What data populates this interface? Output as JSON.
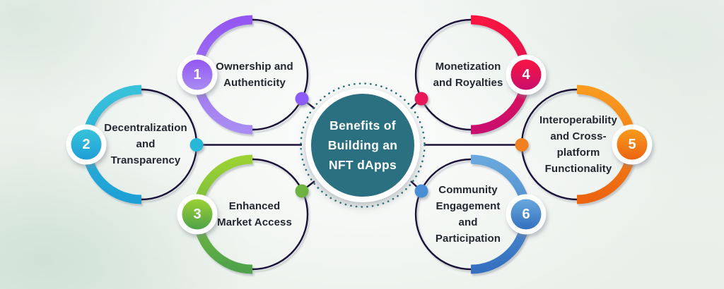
{
  "title": "Benefits of Building an NFT dApps infographic",
  "colors": {
    "line": "#1b1139",
    "label_text": "#23272f",
    "badge_text": "#ffffff",
    "center_text": "#ffffff"
  },
  "center": {
    "lines": [
      "Benefits of",
      "Building an",
      "NFT dApps"
    ],
    "label": "Benefits of Building an NFT dApps",
    "bg_color": "#2b7080",
    "dot_border_color": "#1e6c7c"
  },
  "nodes": [
    {
      "number": "1",
      "position": "top-left",
      "label": "Ownership and Authenticity",
      "lines": [
        "Ownership and",
        "Authenticity"
      ],
      "color_start": "#9457f2",
      "color_end": "#a98df2",
      "dot_color": "#8b5cf6"
    },
    {
      "number": "2",
      "position": "left",
      "label": "Decentralization and Transparency",
      "lines": [
        "Decentralization",
        "and",
        "Transparency"
      ],
      "color_start": "#38c2da",
      "color_end": "#1e9fd6",
      "dot_color": "#29b7d8"
    },
    {
      "number": "3",
      "position": "bottom-left",
      "label": "Enhanced Market Access",
      "lines": [
        "Enhanced",
        "Market Access"
      ],
      "color_start": "#9bd133",
      "color_end": "#4fa24a",
      "dot_color": "#6db33f"
    },
    {
      "number": "4",
      "position": "top-right",
      "label": "Monetization and Royalties",
      "lines": [
        "Monetization",
        "and Royalties"
      ],
      "color_start": "#f81540",
      "color_end": "#c90e6e",
      "dot_color": "#e8175c"
    },
    {
      "number": "5",
      "position": "right",
      "label": "Interoperability and Cross-platform Functionality",
      "lines": [
        "Interoperability",
        "and Cross-",
        "platform",
        "Functionality"
      ],
      "color_start": "#f89b1f",
      "color_end": "#ec6410",
      "dot_color": "#f08122"
    },
    {
      "number": "6",
      "position": "bottom-right",
      "label": "Community Engagement and Participation",
      "lines": [
        "Community",
        "Engagement",
        "and",
        "Participation"
      ],
      "color_start": "#68a8dd",
      "color_end": "#3470bf",
      "dot_color": "#4a8fd6"
    }
  ]
}
